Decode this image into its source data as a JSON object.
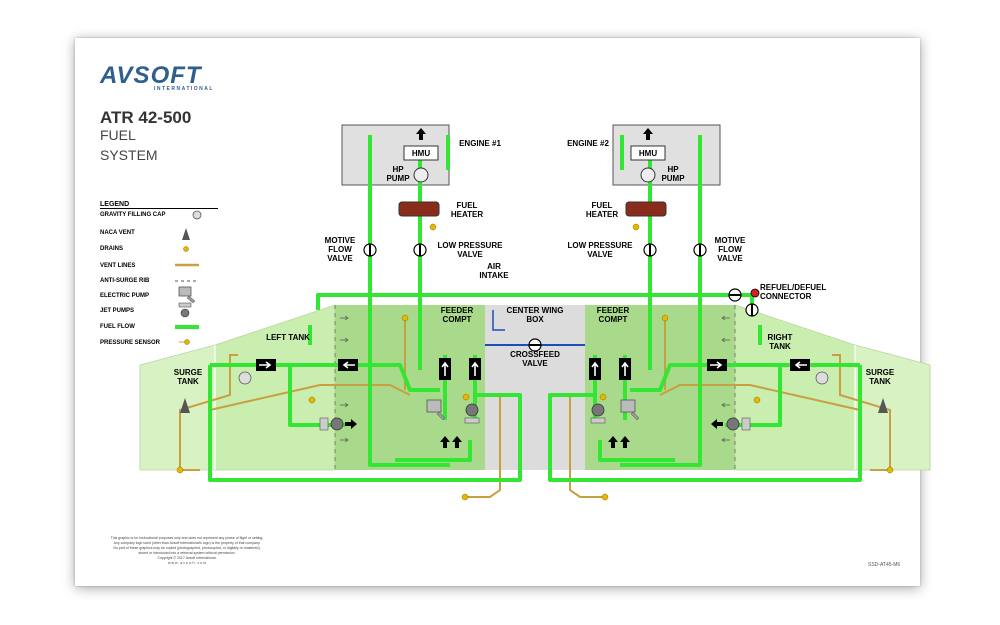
{
  "brand": {
    "name": "AVSOFT",
    "sub": "INTERNATIONAL"
  },
  "title": {
    "line1": "ATR 42-500",
    "line2": "FUEL",
    "line3": "SYSTEM"
  },
  "legend": {
    "title": "LEGEND",
    "items": [
      {
        "label": "GRAVITY FILLING CAP",
        "icon": "gravity-cap-icon"
      },
      {
        "label": "NACA VENT",
        "icon": "naca-vent-icon"
      },
      {
        "label": "DRAINS",
        "icon": "drain-icon"
      },
      {
        "label": "VENT LINES",
        "icon": "vent-line-icon"
      },
      {
        "label": "ANTI-SURGE RIB",
        "icon": "anti-surge-rib-icon"
      },
      {
        "label": "ELECTRIC PUMP",
        "icon": "electric-pump-icon"
      },
      {
        "label": "JET PUMPS",
        "icon": "jet-pump-icon"
      },
      {
        "label": "FUEL FLOW",
        "icon": "fuel-flow-icon"
      },
      {
        "label": "PRESSURE SENSOR",
        "icon": "pressure-sensor-icon"
      }
    ]
  },
  "labels": {
    "engine1": "ENGINE #1",
    "engine2": "ENGINE #2",
    "hmu": "HMU",
    "hp_pump": "HP PUMP",
    "fuel_heater": "FUEL HEATER",
    "motive_flow_valve": "MOTIVE FLOW VALVE",
    "low_pressure_valve": "LOW PRESSURE VALVE",
    "air_intake": "AIR INTAKE",
    "refuel_defuel": "REFUEL/DEFUEL CONNECTOR",
    "feeder_compt": "FEEDER COMPT",
    "center_wing_box": "CENTER WING BOX",
    "crossfeed_valve": "CROSSFEED VALVE",
    "left_tank": "LEFT TANK",
    "right_tank": "RIGHT TANK",
    "surge_tank": "SURGE TANK"
  },
  "disclaimer": {
    "line1": "This graphic is for instructional purposes only and does not represent any phase of flight or setting.",
    "line2": "Any company logo used (other than Avsoft International's logo) is the property of that company.",
    "line3": "No part of these graphics may be copied (photographed, photocopied, or digitally re-mastered),",
    "line4": "stored or introduced into a retrieval system without permission.",
    "line5": "Copyright © 2017 Avsoft International.",
    "line6": "w w w . a v s o f t . c o m"
  },
  "doc_code": "SSD-AT45-M6",
  "colors": {
    "fuel_flow": "#33e633",
    "tank_light": "#c9eeb0",
    "tank_mid": "#aedb8c",
    "feeder": "#9bd07a",
    "center": "#dcdcdc",
    "vent": "#c8a040",
    "brand": "#2f5e8f"
  }
}
